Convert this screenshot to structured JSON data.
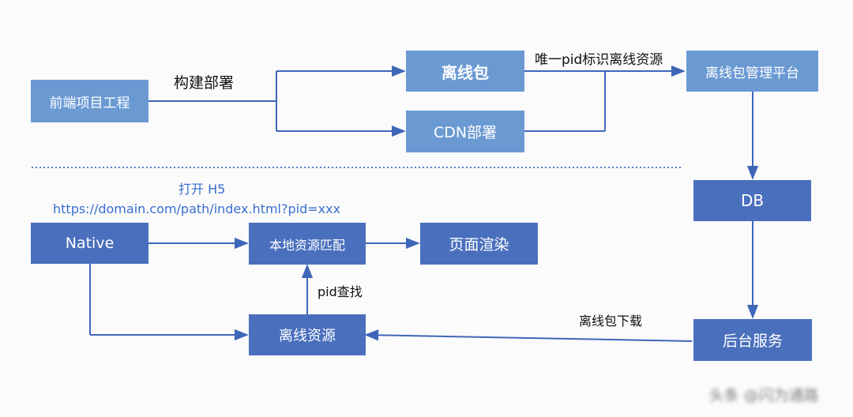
{
  "diagram": {
    "nodes": {
      "frontend_project": "前端项目工程",
      "offline_package": "离线包",
      "cdn_deploy": "CDN部署",
      "offline_platform": "离线包管理平台",
      "db": "DB",
      "native": "Native",
      "local_resource_match": "本地资源匹配",
      "page_render": "页面渲染",
      "offline_resource": "离线资源",
      "backend_service": "后台服务"
    },
    "edge_labels": {
      "build_deploy": "构建部署",
      "pid_identifies": "唯一pid标识离线资源",
      "open_h5": "打开 H5",
      "url": "https://domain.com/path/index.html?pid=xxx",
      "pid_lookup": "pid查找",
      "package_download": "离线包下载"
    },
    "watermark": "头条 @闪为通路"
  },
  "colors": {
    "light_box": "#6b9ad3",
    "dark_box": "#4a6fbd",
    "arrow": "#3f67b8",
    "divider": "#4a7fd6",
    "link_label": "#3a6dd0"
  }
}
